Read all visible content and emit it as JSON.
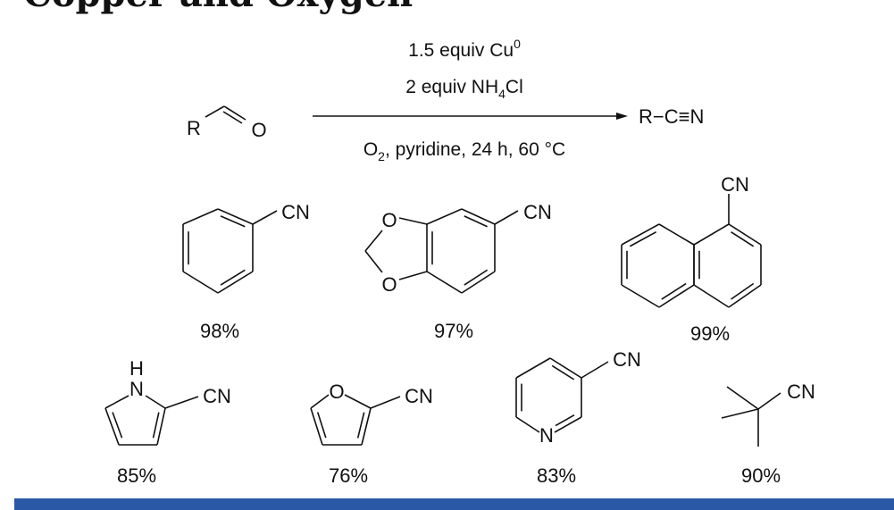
{
  "title": "Copper and Oxygen",
  "reaction": {
    "reactant_r": "R",
    "reactant_o": "O",
    "condition_line1": "1.5 equiv Cu",
    "condition_line1_sup": "0",
    "condition_line2_pre": "2 equiv NH",
    "condition_line2_sub": "4",
    "condition_line2_post": "Cl",
    "condition_line3_pre": "O",
    "condition_line3_sub": "2",
    "condition_line3_post": ", pyridine, 24 h, 60 °C",
    "product": "R−C≡N"
  },
  "products": [
    {
      "name": "benzonitrile",
      "group": "CN",
      "yield": "98%"
    },
    {
      "name": "piperonylonitrile",
      "group": "CN",
      "atoms": [
        "O",
        "O"
      ],
      "yield": "97%"
    },
    {
      "name": "1-naphthonitrile",
      "group": "CN",
      "yield": "99%"
    },
    {
      "name": "pyrrole-2-carbonitrile",
      "group": "CN",
      "atoms": [
        "H",
        "N"
      ],
      "yield": "85%"
    },
    {
      "name": "2-furonitrile",
      "group": "CN",
      "atoms": [
        "O"
      ],
      "yield": "76%"
    },
    {
      "name": "nicotinonitrile",
      "group": "CN",
      "atoms": [
        "N"
      ],
      "yield": "83%"
    },
    {
      "name": "pivalonitrile",
      "group": "CN",
      "yield": "90%"
    }
  ],
  "colors": {
    "accent_bar": "#2a58a6"
  }
}
